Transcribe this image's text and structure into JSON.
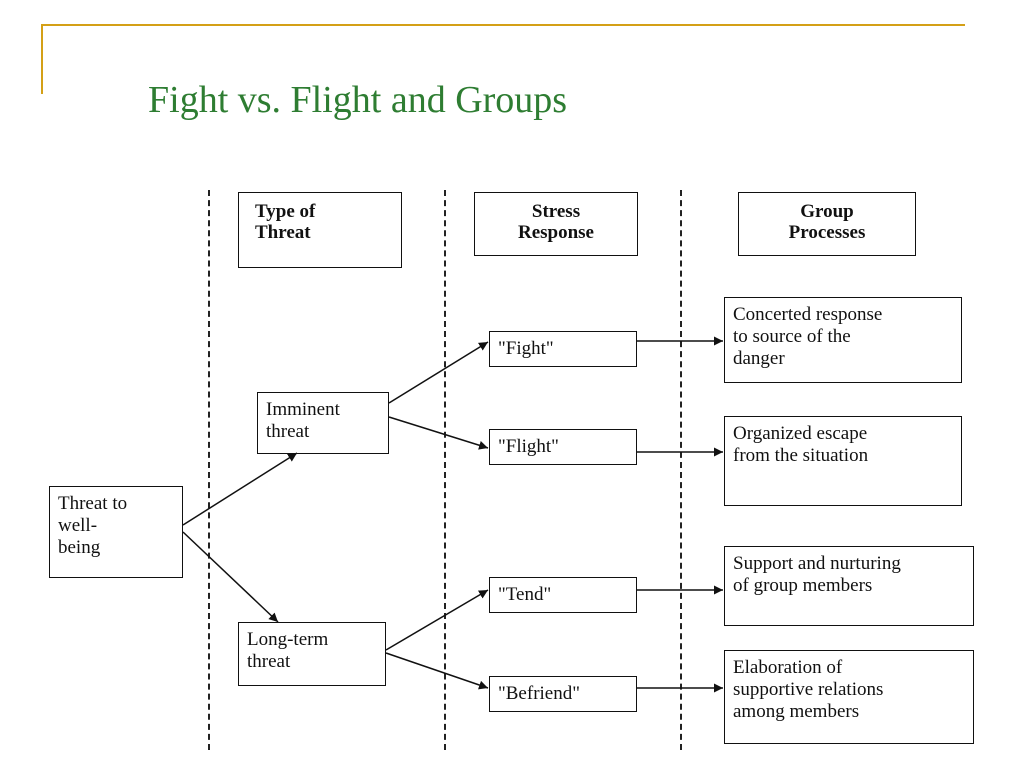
{
  "slide": {
    "title": "Fight vs. Flight and Groups",
    "accent_color": "#d4a017",
    "title_color": "#2e7d32"
  },
  "headers": {
    "type_of_threat": [
      "Type of",
      "Threat"
    ],
    "stress_response": [
      "Stress",
      "Response"
    ],
    "group_processes": [
      "Group",
      "Processes"
    ]
  },
  "nodes": {
    "threat": [
      "Threat to",
      "well-",
      "being"
    ],
    "imminent": [
      "Imminent",
      "threat"
    ],
    "long_term": [
      "Long-term",
      "threat"
    ],
    "fight": "\"Fight\"",
    "flight": "\"Flight\"",
    "tend": "\"Tend\"",
    "befriend": "\"Befriend\"",
    "concerted": [
      "Concerted response",
      "to source of the",
      "danger"
    ],
    "organized": [
      "Organized escape",
      "from the situation"
    ],
    "support": [
      "Support and nurturing",
      "of group members"
    ],
    "elaboration": [
      "Elaboration of",
      "supportive relations",
      "among members"
    ]
  }
}
